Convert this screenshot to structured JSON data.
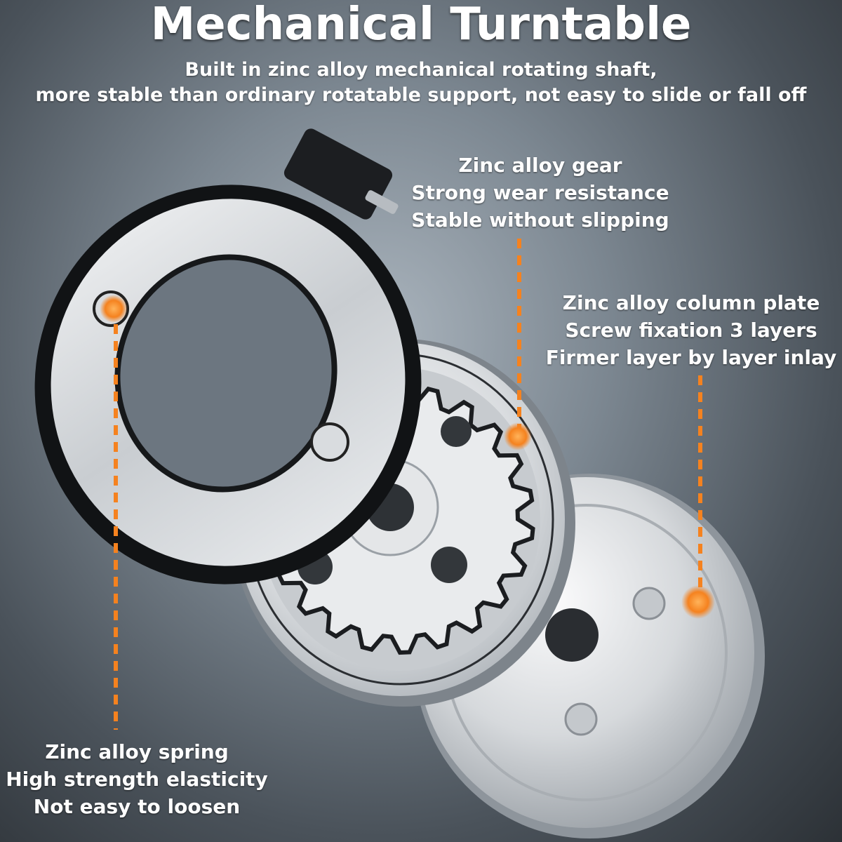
{
  "title": "Mechanical Turntable",
  "subtitle": {
    "line1": "Built in zinc alloy mechanical rotating shaft,",
    "line2": "more stable than ordinary rotatable support, not easy to slide or fall off"
  },
  "callouts": {
    "gear": {
      "line1": "Zinc alloy gear",
      "line2": "Strong wear resistance",
      "line3": "Stable without slipping"
    },
    "plate": {
      "line1": "Zinc alloy column plate",
      "line2": "Screw fixation 3 layers",
      "line3": "Firmer layer by layer inlay"
    },
    "spring": {
      "line1": "Zinc alloy spring",
      "line2": "High strength elasticity",
      "line3": "Not easy to loosen"
    }
  },
  "colors": {
    "accent": "#f5821f",
    "text": "#ffffff",
    "metal_light": "#eef0f2",
    "metal_dark": "#1a1c1f"
  }
}
